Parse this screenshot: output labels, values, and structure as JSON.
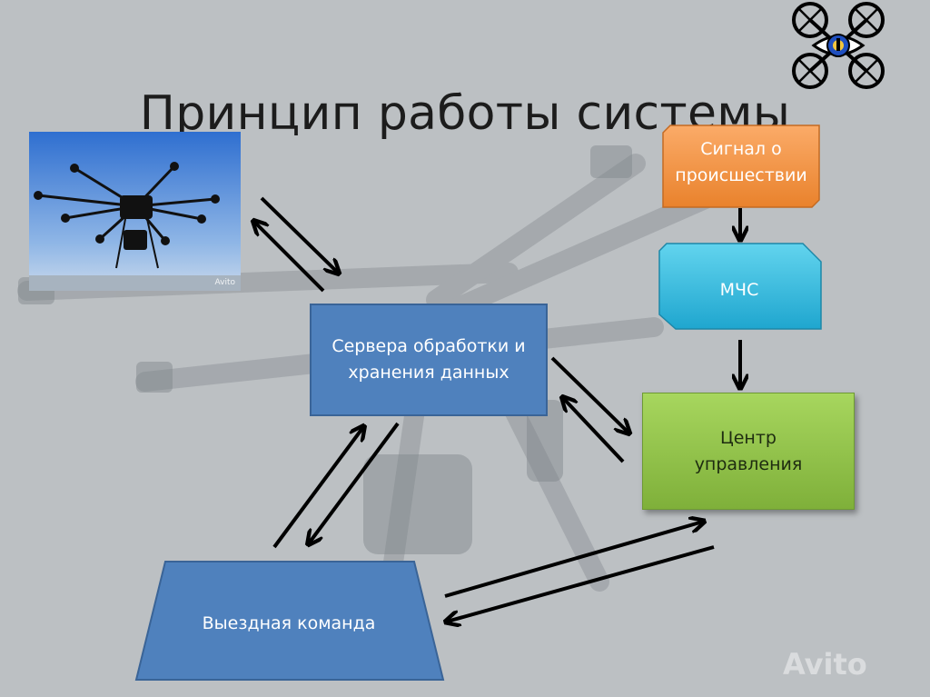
{
  "slide": {
    "title": "Принцип работы системы"
  },
  "nodes": {
    "signal": "Сигнал о происшествии",
    "signal_lines": [
      "Сигнал о",
      "происшествии"
    ],
    "mchs": "МЧС",
    "servers_lines": [
      "Сервера обработки и",
      "хранения данных"
    ],
    "control_center_lines": [
      "Центр",
      "управления"
    ],
    "field_team": "Выездная команда"
  },
  "watermarks": {
    "background": "Avito",
    "photo": "Avito"
  },
  "colors": {
    "servers": "#4f81bd",
    "signal": "#f79646",
    "mchs": "#31b9dc",
    "control_center": "#92c84c",
    "arrow": "#000000"
  }
}
